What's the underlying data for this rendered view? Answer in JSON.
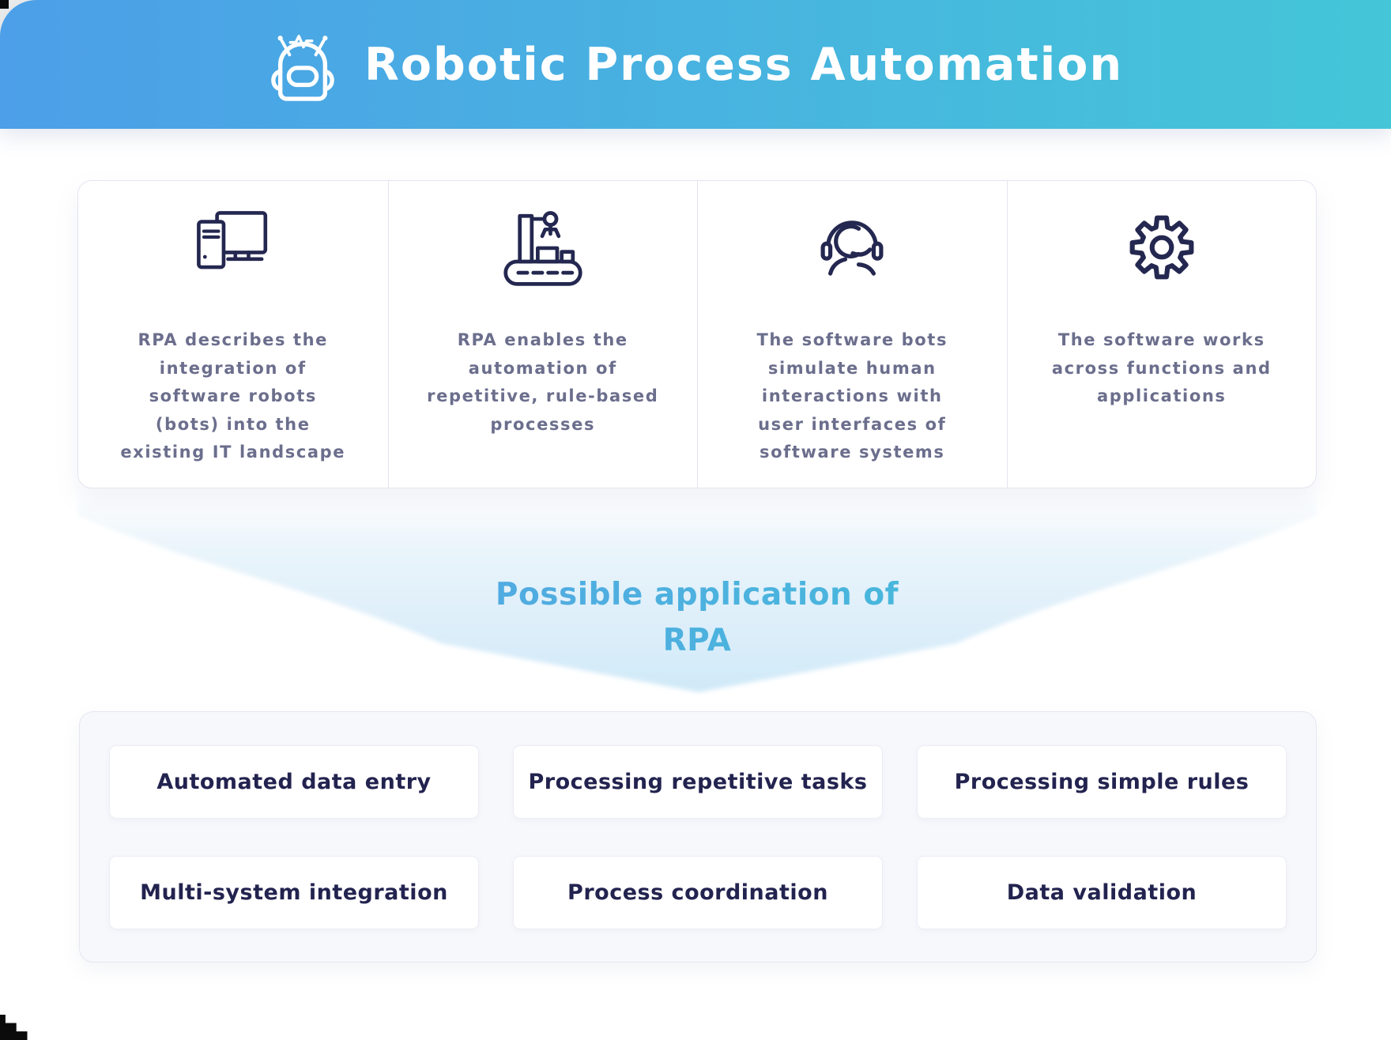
{
  "header": {
    "title": "Robotic Process Automation",
    "icon": "robot-icon"
  },
  "feature_cards": [
    {
      "icon": "desktop-computer-icon",
      "text": "RPA describes the\nintegration of\nsoftware robots\n(bots) into the\nexisting IT landscape"
    },
    {
      "icon": "robotic-arm-conveyor-icon",
      "text": "RPA enables the\nautomation of\nrepetitive, rule-based\nprocesses"
    },
    {
      "icon": "headset-agent-icon",
      "text": "The software bots\nsimulate human\ninteractions with\nuser interfaces of\nsoftware systems"
    },
    {
      "icon": "gear-icon",
      "text": "The software works\nacross functions and\napplications"
    }
  ],
  "funnel": {
    "line1": "Possible application of",
    "line2": "RPA"
  },
  "applications": {
    "items": [
      "Automated data entry",
      "Processing repetitive tasks",
      "Processing simple rules",
      "Multi-system integration",
      "Process coordination",
      "Data validation"
    ]
  },
  "colors": {
    "header-from": "#4C9FE8",
    "header-to": "#44C6D8",
    "icon-navy": "#242850",
    "card-text": "#6B6E8C",
    "card-border": "#E4E5F0",
    "funnel-blue": "#D2EAF8",
    "funnel-text-from": "#5B9FE6",
    "funnel-text-to": "#3EC3D7",
    "apps-bg": "#F7F8FC",
    "apps-border": "#E5E6F2",
    "box-border": "#ECECF6",
    "box-text": "#232350"
  }
}
